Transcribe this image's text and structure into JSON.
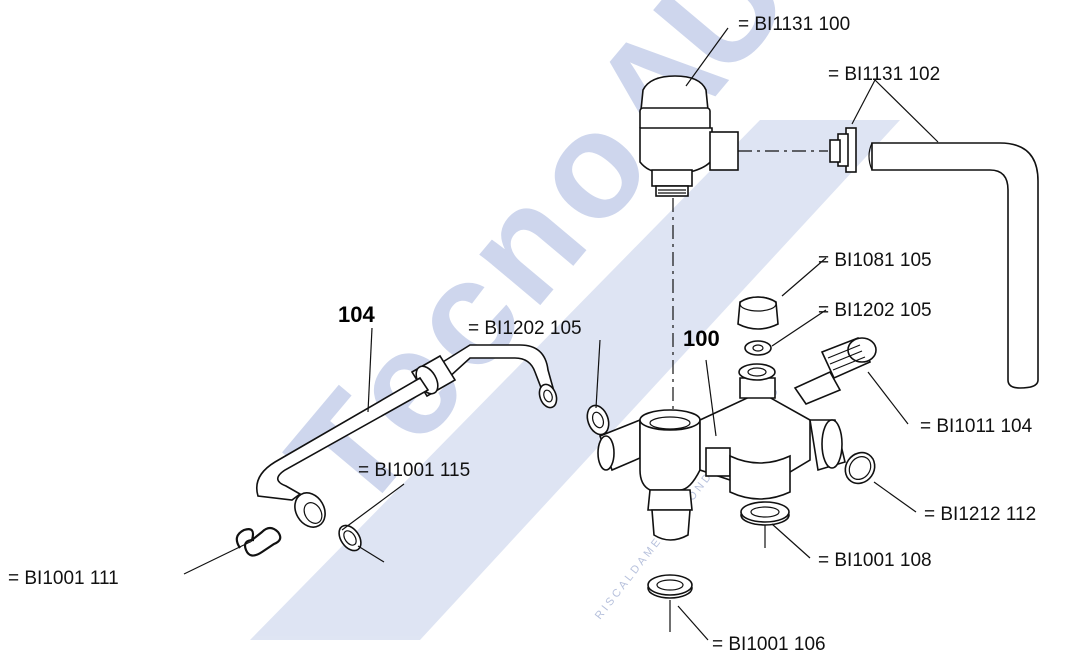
{
  "diagram": {
    "watermark": {
      "color": "#c9d3ea",
      "text_color": "#9aaad0",
      "arc_text": "RISCALDAMENTO CONDIZIONAMENTO"
    },
    "part_numbers": {
      "p100": "100",
      "p104": "104"
    },
    "labels": {
      "top_valve": "= BI1131 100",
      "top_pipe": "= BI1131 102",
      "cap": "= BI1081 105",
      "cap_washer": "= BI1202 105",
      "mid_washer": "= BI1202 105",
      "side_fitting": "= BI1011 104",
      "oring": "= BI1212 112",
      "bottom_washer": "= BI1001 108",
      "base_washer": "= BI1001 106",
      "pipe_washer": "= BI1001 115",
      "clip": "= BI1001 111"
    }
  }
}
